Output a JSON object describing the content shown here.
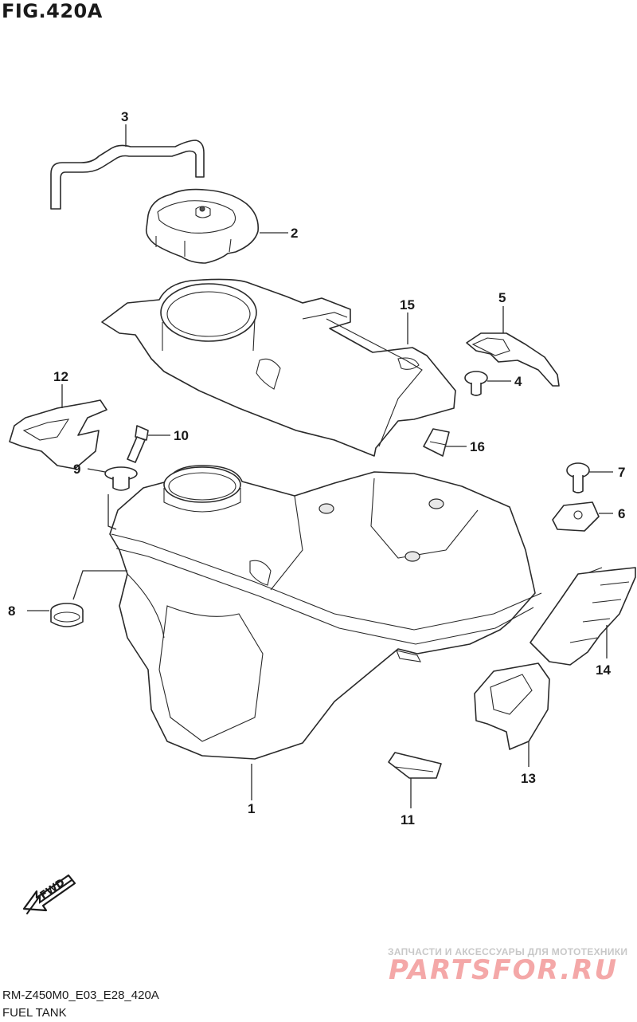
{
  "figure": {
    "title": "FIG.420A"
  },
  "callouts": {
    "p1": "1",
    "p2": "2",
    "p3": "3",
    "p4": "4",
    "p5": "5",
    "p6": "6",
    "p7": "7",
    "p8": "8",
    "p9": "9",
    "p10": "10",
    "p11": "11",
    "p12": "12",
    "p13": "13",
    "p14": "14",
    "p15": "15",
    "p16": "16"
  },
  "direction_marker": {
    "label": "FWD",
    "icon": "fwd-arrow-icon"
  },
  "footer": {
    "diagram_code": "RM-Z450M0_E03_E28_420A",
    "caption": "FUEL TANK"
  },
  "watermark": {
    "tagline": "ЗАПЧАСТИ И АКСЕССУАРЫ ДЛЯ МОТОТЕХНИКИ",
    "brand": "PARTSFOR.RU",
    "brand_color": "#f4a8a8"
  }
}
